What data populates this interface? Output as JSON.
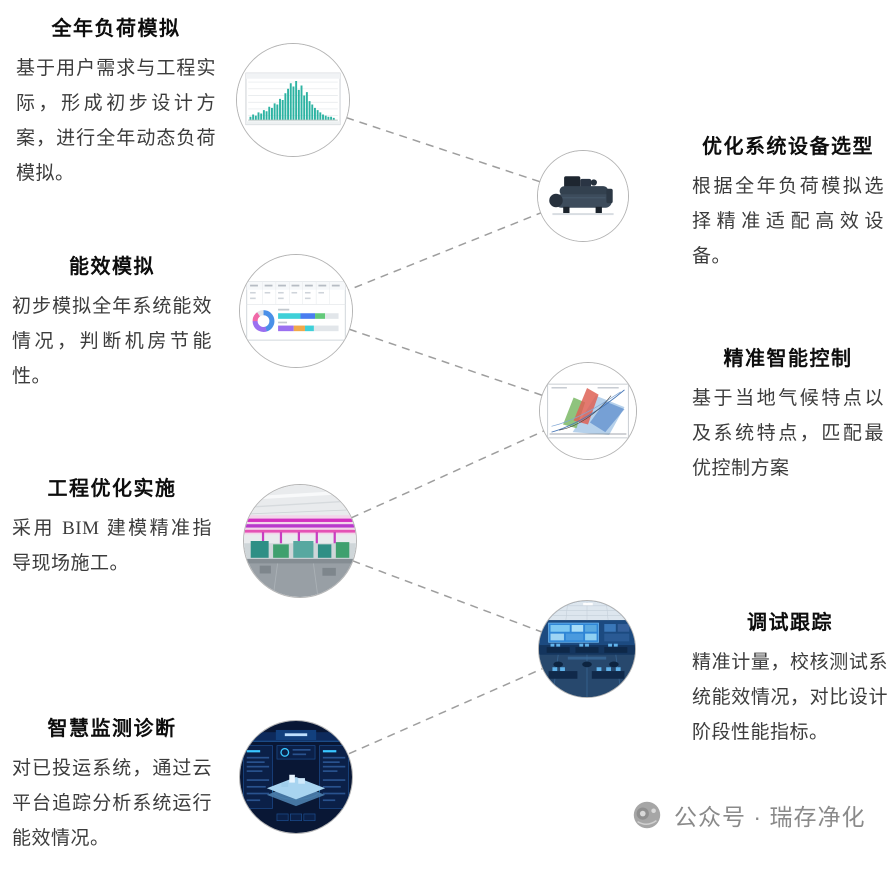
{
  "diagram_title": "",
  "steps": [
    {
      "id": "annual-load-simulation",
      "side": "left",
      "title": "全年负荷模拟",
      "body": "基于用户需求与工程实际，形成初步设计方案，进行全年动态负荷模拟。",
      "icon": "annual-load-histogram-chart-image"
    },
    {
      "id": "equipment-selection",
      "side": "right",
      "title": "优化系统设备选型",
      "body": "根据全年负荷模拟选择精准适配高效设备。",
      "icon": "chiller-equipment-image"
    },
    {
      "id": "energy-efficiency-simulation",
      "side": "left",
      "title": "能效模拟",
      "body": "初步模拟全年系统能效情况，判断机房节能性。",
      "icon": "energy-dashboard-image"
    },
    {
      "id": "precise-intelligent-control",
      "side": "right",
      "title": "精准智能控制",
      "body": "基于当地气候特点以及系统特点，匹配最优控制方案",
      "icon": "psychrometric-chart-image"
    },
    {
      "id": "engineering-optimization",
      "side": "left",
      "title": "工程优化实施",
      "body": "采用 BIM 建模精准指导现场施工。",
      "icon": "bim-model-image"
    },
    {
      "id": "commissioning-tracking",
      "side": "right",
      "title": "调试跟踪",
      "body": "精准计量，校核测试系统能效情况，对比设计阶段性能指标。",
      "icon": "control-room-image"
    },
    {
      "id": "smart-monitoring-diagnosis",
      "side": "left",
      "title": "智慧监测诊断",
      "body": "对已投运系统，通过云平台追踪分析系统运行能效情况。",
      "icon": "dark-monitoring-dashboard-image"
    }
  ],
  "watermark": {
    "text": "公众号 · 瑞存净化",
    "icon": "publisher-logo-icon"
  },
  "colors": {
    "connector": "#9e9e9e",
    "circle_border": "#b4b4b4",
    "title_text": "#0d0d0d",
    "body_text": "#3c3c3c",
    "watermark_text": "#8a8a8a",
    "chart_teal": "#2db3a2"
  }
}
